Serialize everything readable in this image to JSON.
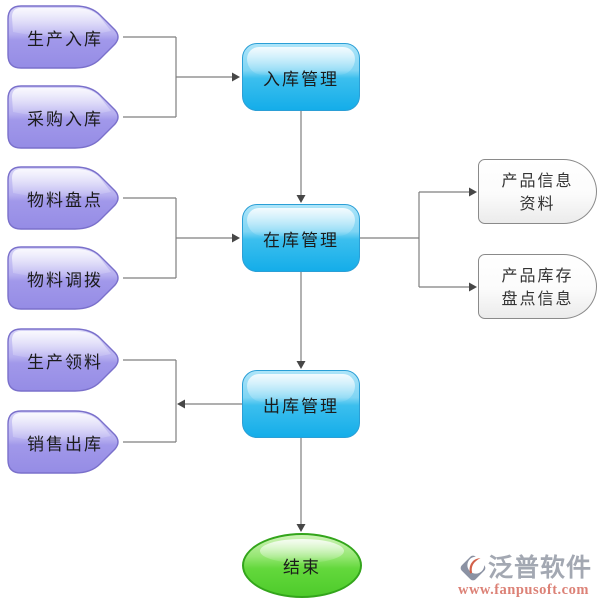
{
  "flowchart": {
    "source_nodes": [
      {
        "id": "production-inbound",
        "label": "生产入库"
      },
      {
        "id": "purchase-inbound",
        "label": "采购入库"
      },
      {
        "id": "material-count",
        "label": "物料盘点"
      },
      {
        "id": "material-transfer",
        "label": "物料调拨"
      },
      {
        "id": "production-picking",
        "label": "生产领料"
      },
      {
        "id": "sales-outbound",
        "label": "销售出库"
      }
    ],
    "process_nodes": [
      {
        "id": "inbound-management",
        "label": "入库管理"
      },
      {
        "id": "warehouse-management",
        "label": "在库管理"
      },
      {
        "id": "outbound-management",
        "label": "出库管理"
      }
    ],
    "data_nodes": [
      {
        "id": "product-info",
        "line1": "产品信息",
        "line2": "资料"
      },
      {
        "id": "product-stock-count",
        "line1": "产品库存",
        "line2": "盘点信息"
      }
    ],
    "end_node": {
      "id": "end",
      "label": "结束"
    },
    "edges": [
      {
        "from": "生产入库",
        "to": "入库管理"
      },
      {
        "from": "采购入库",
        "to": "入库管理"
      },
      {
        "from": "入库管理",
        "to": "在库管理"
      },
      {
        "from": "物料盘点",
        "to": "在库管理"
      },
      {
        "from": "物料调拨",
        "to": "在库管理"
      },
      {
        "from": "在库管理",
        "to": "产品信息资料"
      },
      {
        "from": "在库管理",
        "to": "产品库存盘点信息"
      },
      {
        "from": "在库管理",
        "to": "出库管理"
      },
      {
        "from": "出库管理",
        "to": "生产领料"
      },
      {
        "from": "出库管理",
        "to": "销售出库"
      },
      {
        "from": "出库管理",
        "to": "结束"
      }
    ],
    "colors": {
      "source_fill": "#a89fee",
      "source_border": "#7a70cb",
      "process_fill": "#2fbcee",
      "process_border": "#2b9fd6",
      "data_fill": "#f6f6f6",
      "data_border": "#8a8a8a",
      "end_fill": "#63d83c",
      "end_border": "#33a51b",
      "line": "#7f7f7f",
      "arrow": "#474747"
    }
  },
  "watermark": {
    "brand": "泛普软件",
    "url": "www.fanpusoft.com",
    "brand_color": "#a3a8b2",
    "url_color": "#dc8176",
    "logo_icon": "fanpu-logo"
  }
}
